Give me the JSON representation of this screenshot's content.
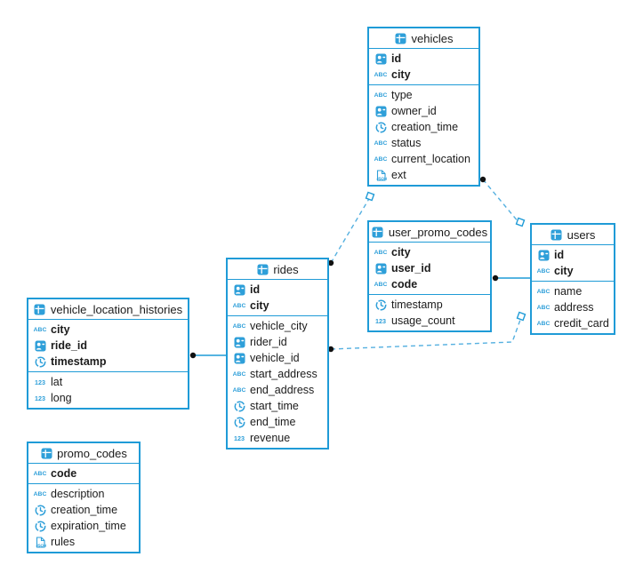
{
  "diagram": {
    "accent_color": "#1f9bd7",
    "icon_color": "#2e9fd9",
    "dash_color": "#55b0e0",
    "dot_color": "#111111",
    "tables": [
      {
        "id": "vehicles",
        "title": "vehicles",
        "primary_keys": [
          {
            "name": "id",
            "icon": "id-badge-icon"
          },
          {
            "name": "city",
            "icon": "abc-icon"
          }
        ],
        "fields": [
          {
            "name": "type",
            "icon": "abc-icon"
          },
          {
            "name": "owner_id",
            "icon": "id-badge-icon"
          },
          {
            "name": "creation_time",
            "icon": "clock-icon"
          },
          {
            "name": "status",
            "icon": "abc-icon"
          },
          {
            "name": "current_location",
            "icon": "abc-icon"
          },
          {
            "name": "ext",
            "icon": "json-icon"
          }
        ]
      },
      {
        "id": "user_promo_codes",
        "title": "user_promo_codes",
        "primary_keys": [
          {
            "name": "city",
            "icon": "abc-icon"
          },
          {
            "name": "user_id",
            "icon": "id-badge-icon"
          },
          {
            "name": "code",
            "icon": "abc-icon"
          }
        ],
        "fields": [
          {
            "name": "timestamp",
            "icon": "clock-icon"
          },
          {
            "name": "usage_count",
            "icon": "123-icon"
          }
        ]
      },
      {
        "id": "users",
        "title": "users",
        "primary_keys": [
          {
            "name": "id",
            "icon": "id-badge-icon"
          },
          {
            "name": "city",
            "icon": "abc-icon"
          }
        ],
        "fields": [
          {
            "name": "name",
            "icon": "abc-icon"
          },
          {
            "name": "address",
            "icon": "abc-icon"
          },
          {
            "name": "credit_card",
            "icon": "abc-icon"
          }
        ]
      },
      {
        "id": "rides",
        "title": "rides",
        "primary_keys": [
          {
            "name": "id",
            "icon": "id-badge-icon"
          },
          {
            "name": "city",
            "icon": "abc-icon"
          }
        ],
        "fields": [
          {
            "name": "vehicle_city",
            "icon": "abc-icon"
          },
          {
            "name": "rider_id",
            "icon": "id-badge-icon"
          },
          {
            "name": "vehicle_id",
            "icon": "id-badge-icon"
          },
          {
            "name": "start_address",
            "icon": "abc-icon"
          },
          {
            "name": "end_address",
            "icon": "abc-icon"
          },
          {
            "name": "start_time",
            "icon": "clock-icon"
          },
          {
            "name": "end_time",
            "icon": "clock-icon"
          },
          {
            "name": "revenue",
            "icon": "123-icon"
          }
        ]
      },
      {
        "id": "vehicle_location_histories",
        "title": "vehicle_location_histories",
        "primary_keys": [
          {
            "name": "city",
            "icon": "abc-icon"
          },
          {
            "name": "ride_id",
            "icon": "id-badge-icon"
          },
          {
            "name": "timestamp",
            "icon": "clock-icon"
          }
        ],
        "fields": [
          {
            "name": "lat",
            "icon": "123-icon"
          },
          {
            "name": "long",
            "icon": "123-icon"
          }
        ]
      },
      {
        "id": "promo_codes",
        "title": "promo_codes",
        "primary_keys": [
          {
            "name": "code",
            "icon": "abc-icon"
          }
        ],
        "fields": [
          {
            "name": "description",
            "icon": "abc-icon"
          },
          {
            "name": "creation_time",
            "icon": "clock-icon"
          },
          {
            "name": "expiration_time",
            "icon": "clock-icon"
          },
          {
            "name": "rules",
            "icon": "json-icon"
          }
        ]
      }
    ],
    "relationships": [
      {
        "from": "vehicles",
        "to": "users",
        "line": "dashed"
      },
      {
        "from": "vehicles",
        "to": "rides",
        "line": "dashed"
      },
      {
        "from": "user_promo_codes",
        "to": "users",
        "line": "solid"
      },
      {
        "from": "rides",
        "to": "users",
        "line": "dashed"
      },
      {
        "from": "vehicle_location_histories",
        "to": "rides",
        "line": "solid"
      }
    ]
  }
}
